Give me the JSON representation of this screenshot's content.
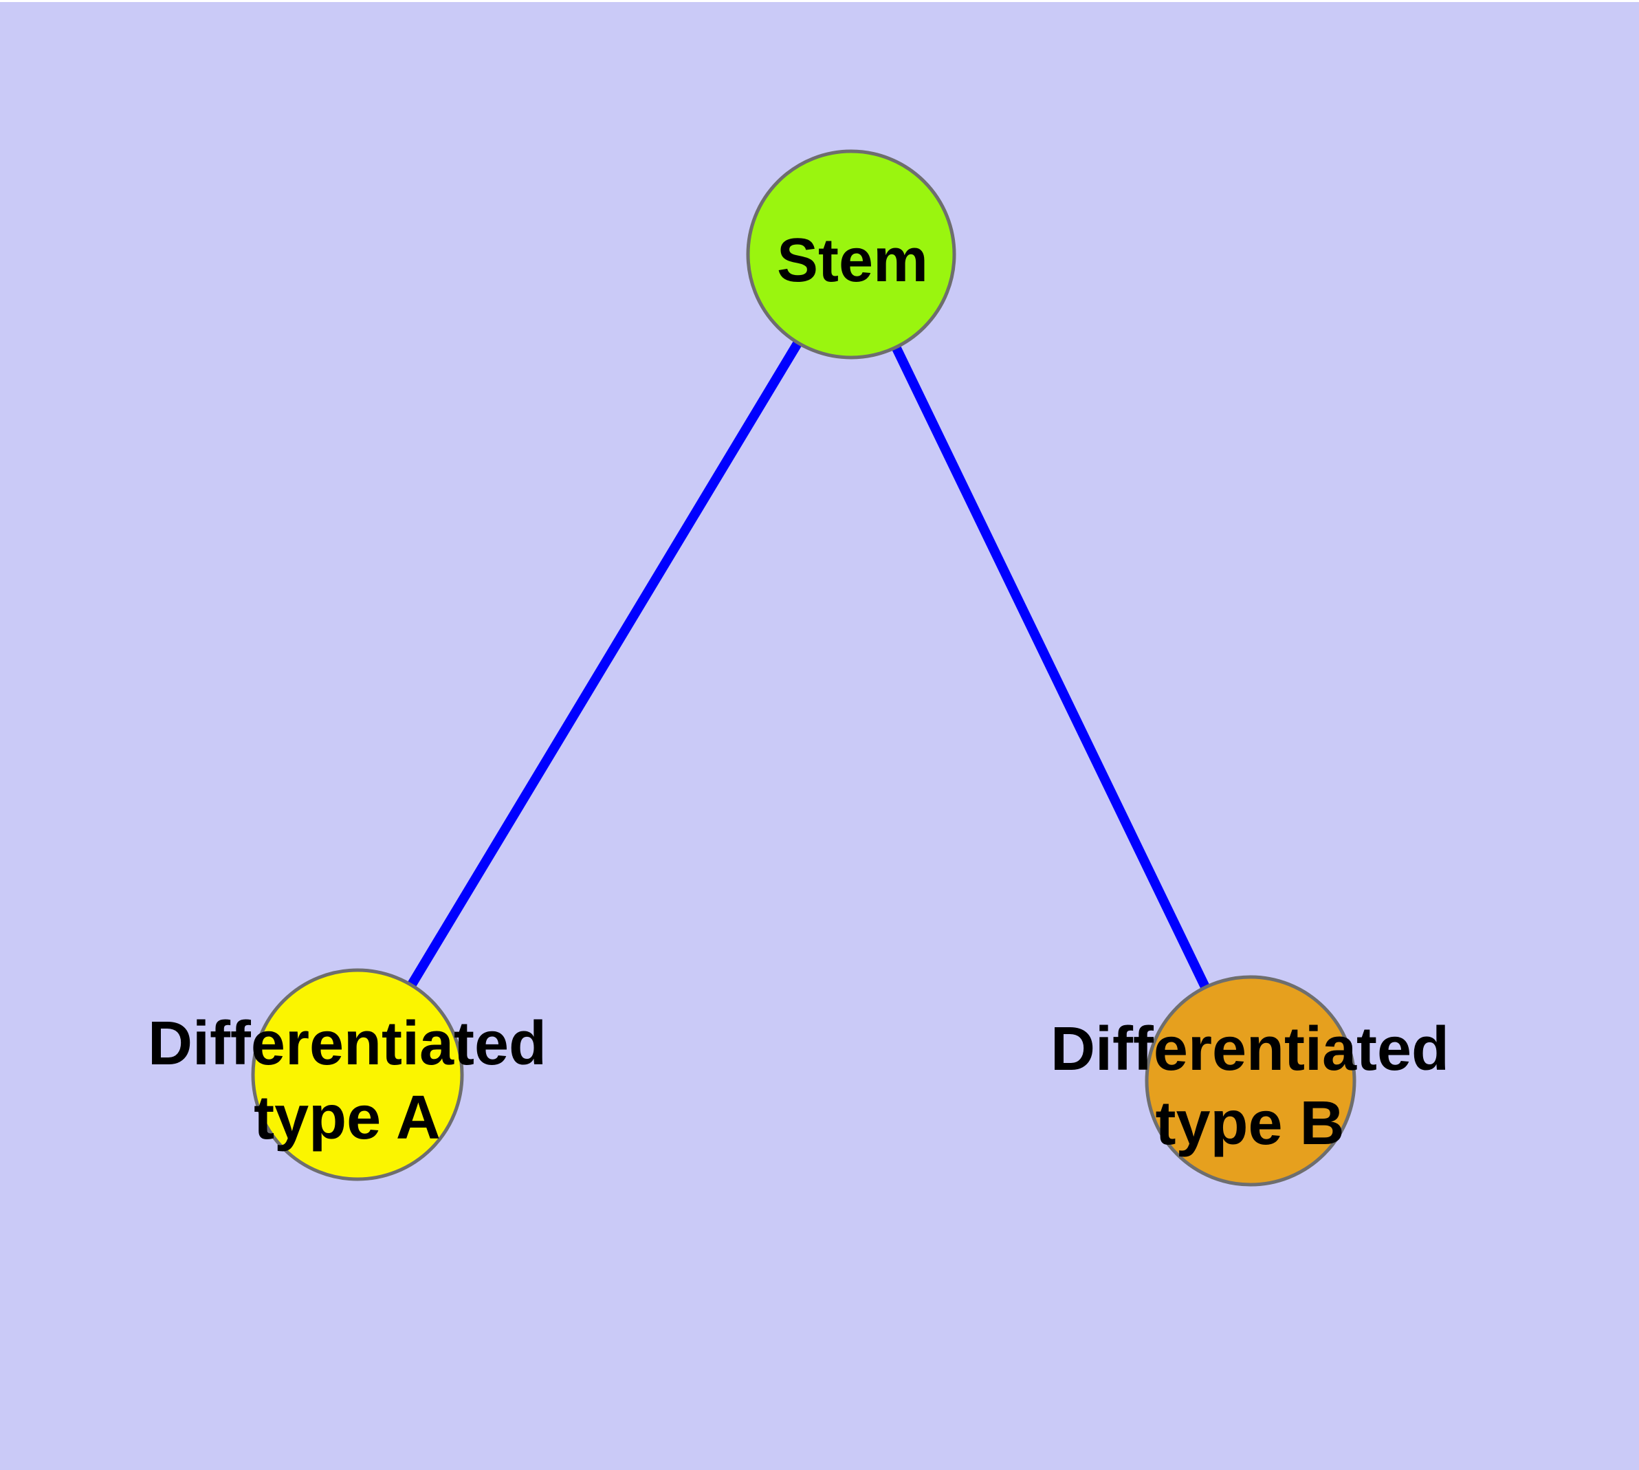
{
  "diagram": {
    "type": "node-link-diagram",
    "background_color": "#CACAF7",
    "top_margin_color": "#FFFFFF",
    "edge_color": "#0000FF",
    "node_border_color": "#6E6E6E",
    "label_color": "#000000",
    "nodes": [
      {
        "id": "stem",
        "label": "Stem",
        "fill": "#9AF50F"
      },
      {
        "id": "differentiated-type-a",
        "label": "Differentiated type A",
        "label_lines": [
          "Differentiated",
          "type A"
        ],
        "fill": "#FBF500"
      },
      {
        "id": "differentiated-type-b",
        "label": "Differentiated type B",
        "label_lines": [
          "Differentiated",
          "type B"
        ],
        "fill": "#E6A01E"
      }
    ],
    "edges": [
      {
        "from": "Stem",
        "to": "Differentiated type A"
      },
      {
        "from": "Stem",
        "to": "Differentiated type B"
      }
    ]
  }
}
